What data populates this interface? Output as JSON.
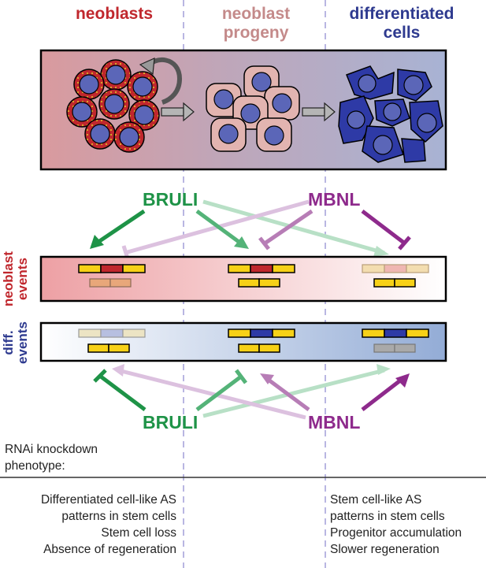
{
  "headers": {
    "neoblasts": "neoblasts",
    "progeny_line1": "neoblast",
    "progeny_line2": "progeny",
    "diff_line1": "differentiated",
    "diff_line2": "cells"
  },
  "regulators": {
    "bruli": "BRULI",
    "mbnl": "MBNL"
  },
  "event_rows": {
    "neoblast_line1": "neoblast",
    "neoblast_line2": "events",
    "diff_line1": "diff.",
    "diff_line2": "events"
  },
  "phenotype": {
    "title_line1": "RNAi knockdown",
    "title_line2": "phenotype:",
    "bruli": [
      "Differentiated cell-like AS",
      "patterns in stem cells",
      "Stem cell loss",
      "Absence of regeneration"
    ],
    "mbnl": [
      "Stem cell-like AS",
      "patterns in stem cells",
      "Progenitor accumulation",
      "Slower regeneration"
    ]
  },
  "colors": {
    "neoblast_red": "#c0272d",
    "progeny_pink": "#c48a8a",
    "diff_blue": "#2e3a8f",
    "bruli_green": "#1e9347",
    "mbnl_purple": "#8e2a8c",
    "exon_yellow": "#f7d117",
    "divider_lavender": "#b9b6e2"
  }
}
